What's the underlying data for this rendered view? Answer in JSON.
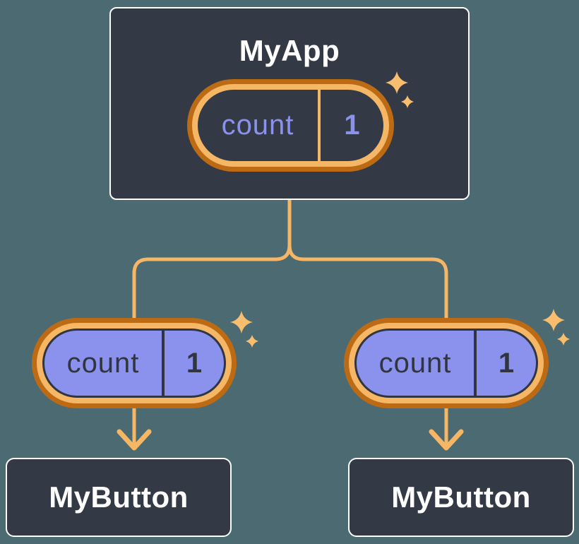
{
  "colors": {
    "background": "#4B6A71",
    "node-fill": "#333A46",
    "node-border": "#FFFFFF",
    "node-text": "#FFFFFF",
    "orange-dark": "#BC6A14",
    "orange-light": "#F5B765",
    "purple": "#8B92ED",
    "ink": "#303540",
    "sparkle": "#F8BE6E"
  },
  "icons": {
    "sparkle": "four-point-sparkle",
    "arrow": "down-arrow"
  },
  "diagram": {
    "type": "component-tree",
    "root": {
      "label": "MyApp",
      "state": {
        "name": "count",
        "value": "1"
      }
    },
    "children": [
      {
        "label": "MyButton",
        "prop": {
          "name": "count",
          "value": "1"
        }
      },
      {
        "label": "MyButton",
        "prop": {
          "name": "count",
          "value": "1"
        }
      }
    ]
  }
}
